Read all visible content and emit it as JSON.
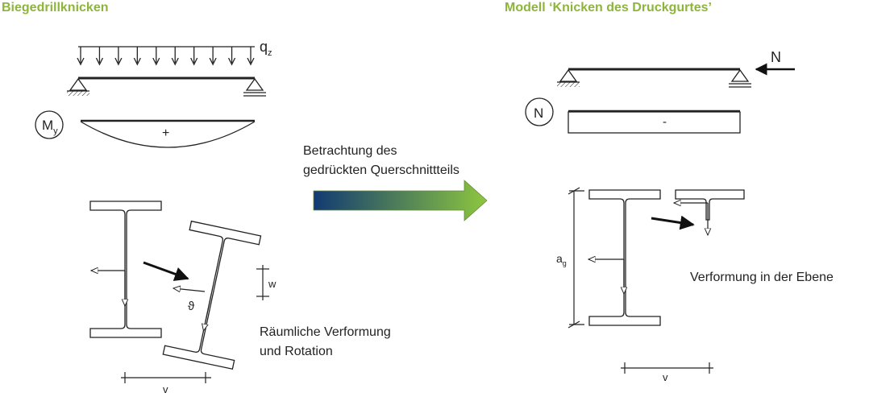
{
  "titles": {
    "left": "Biegedrillknicken",
    "right": "Modell ‘Knicken des Druckgurtes’"
  },
  "left_panel": {
    "load_label": "q",
    "load_label_sub": "z",
    "moment_label": "M",
    "moment_label_sub": "y",
    "moment_sign": "+",
    "rotation_symbol": "ϑ",
    "displacement_w": "w",
    "displacement_v": "v",
    "caption_line1": "Räumliche Verformung",
    "caption_line2": "und Rotation"
  },
  "transition": {
    "line1": "Betrachtung des",
    "line2": "gedrückten Querschnittteils",
    "arrow_colors": [
      "#123a73",
      "#8dc63f"
    ]
  },
  "right_panel": {
    "force_label": "N",
    "normal_force_label": "N",
    "normal_force_sign": "-",
    "height_label": "a",
    "height_label_sub": "g",
    "displacement_v": "v",
    "caption": "Verformung in der Ebene"
  },
  "colors": {
    "title": "#8db53c",
    "line": "#222222"
  }
}
